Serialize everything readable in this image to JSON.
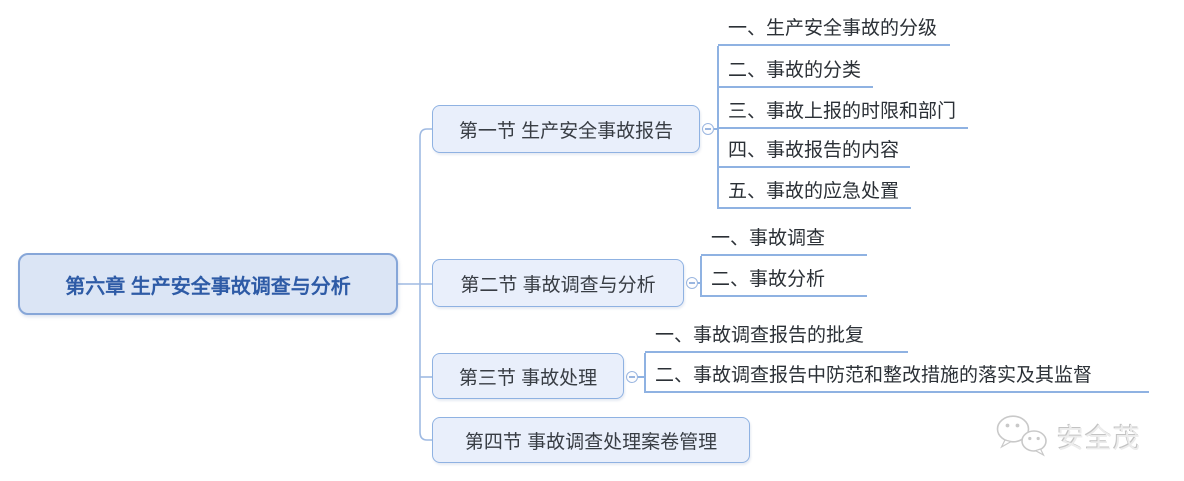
{
  "root": {
    "label": "第六章 生产安全事故调查与分析"
  },
  "branches": [
    {
      "label": "第一节 生产安全事故报告",
      "collapse_icon": "minus-circle",
      "children": [
        "一、生产安全事故的分级",
        "二、事故的分类",
        "三、事故上报的时限和部门",
        "四、事故报告的内容",
        "五、事故的应急处置"
      ]
    },
    {
      "label": "第二节 事故调查与分析",
      "collapse_icon": "minus-circle",
      "children": [
        "一、事故调查",
        "二、事故分析"
      ]
    },
    {
      "label": "第三节 事故处理",
      "collapse_icon": "minus-circle",
      "children": [
        "一、事故调查报告的批复",
        "二、事故调查报告中防范和整改措施的落实及其监督"
      ]
    },
    {
      "label": "第四节 事故调查处理案卷管理",
      "children": []
    }
  ],
  "watermark": {
    "label": "安全茂",
    "icon": "wechat-icon"
  },
  "colors": {
    "root_fill": "#dbe5f5",
    "root_border": "#86a6d8",
    "root_text": "#2e5ba6",
    "branch_fill": "#e9effb",
    "branch_border": "#8fb2e2",
    "node_text": "#2b3036",
    "connector_line": "#9fbae2",
    "watermark_gray": "#cccccc"
  }
}
